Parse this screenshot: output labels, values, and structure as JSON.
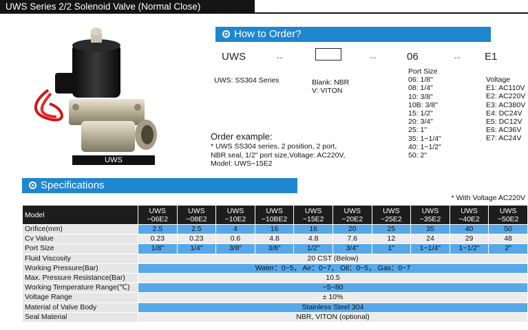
{
  "title": "UWS Series 2/2 Solenoid Valve (Normal Close)",
  "product_label": "UWS",
  "how_to_order": {
    "heading": "How to Order?",
    "codes": [
      "UWS",
      "06",
      "E1"
    ],
    "dash": "--",
    "series_desc": "UWS: SS304 Series",
    "seal": [
      "Blank: NBR",
      "V: VITON"
    ],
    "port_size_title": "Port Size",
    "port_sizes": [
      "06: 1/8\"",
      "08: 1/4\"",
      "10: 3/8\"",
      "10B: 3/8\"",
      "15: 1/2\"",
      "20: 3/4\"",
      "25: 1\"",
      "35: 1−1/4\"",
      "40: 1−1/2\"",
      "50: 2\""
    ],
    "voltage_title": "Voltage",
    "voltages": [
      "E1: AC110V",
      "E2: AC220V",
      "E3: AC380V",
      "E4: DC24V",
      "E5: DC12V",
      "E6: AC36V",
      "E7: AC24V"
    ],
    "example_title": "Order example:",
    "example_lines": [
      "* UWS SS304 series, 2 position, 2 port,",
      "NBR seal, 1/2\" port size,Voltage: AC220V,",
      "Model: UWS−15E2"
    ]
  },
  "specifications": {
    "heading": "Specifications",
    "note": "* With Voltage AC220V",
    "model_label": "Model",
    "models": [
      {
        "l1": "UWS",
        "l2": "−06E2"
      },
      {
        "l1": "UWS",
        "l2": "−08E2"
      },
      {
        "l1": "UWS",
        "l2": "−10E2"
      },
      {
        "l1": "UWS",
        "l2": "−10BE2"
      },
      {
        "l1": "UWS",
        "l2": "−15E2"
      },
      {
        "l1": "UWS",
        "l2": "−20E2"
      },
      {
        "l1": "UWS",
        "l2": "−25E2"
      },
      {
        "l1": "UWS",
        "l2": "−35E2"
      },
      {
        "l1": "UWS",
        "l2": "−40E2"
      },
      {
        "l1": "UWS",
        "l2": "−50E2"
      }
    ],
    "rows": [
      {
        "label": "Orifice(mm)",
        "style": "blue",
        "values": [
          "2.5",
          "2.5",
          "4",
          "16",
          "16",
          "20",
          "25",
          "35",
          "40",
          "50"
        ]
      },
      {
        "label": "Cv Value",
        "style": "gray",
        "values": [
          "0.23",
          "0.23",
          "0.6",
          "4.8",
          "4.8",
          "7.6",
          "12",
          "24",
          "29",
          "48"
        ]
      },
      {
        "label": "Port Size",
        "style": "blue",
        "values": [
          "1/8\"",
          "1/4\"",
          "3/8\"",
          "3/8\"",
          "1/2\"",
          "3/4\"",
          "1\"",
          "1−1/4\"",
          "1−1/2\"",
          "2\""
        ]
      },
      {
        "label": "Fluid Viscosity",
        "style": "gray",
        "span": "20  CST  (Below)"
      },
      {
        "label": "Working Pressure(Bar)",
        "style": "blue",
        "span": "Water：0−5，  Air：0−7，  Oil：0−5，  Gas：0−7"
      },
      {
        "label": "Max. Pressure Resistance(Bar)",
        "style": "gray",
        "span": "10.5"
      },
      {
        "label": "Working Temperature Range(℃)",
        "style": "blue",
        "span": "−5−80"
      },
      {
        "label": "Voltage Range",
        "style": "gray",
        "span": "± 10%"
      },
      {
        "label": " Material of Valve Body",
        "style": "blue",
        "span": "Stainless Steel 304"
      },
      {
        "label": "Seal Material",
        "style": "gray",
        "span": "NBR, VITON (optional)"
      }
    ]
  }
}
